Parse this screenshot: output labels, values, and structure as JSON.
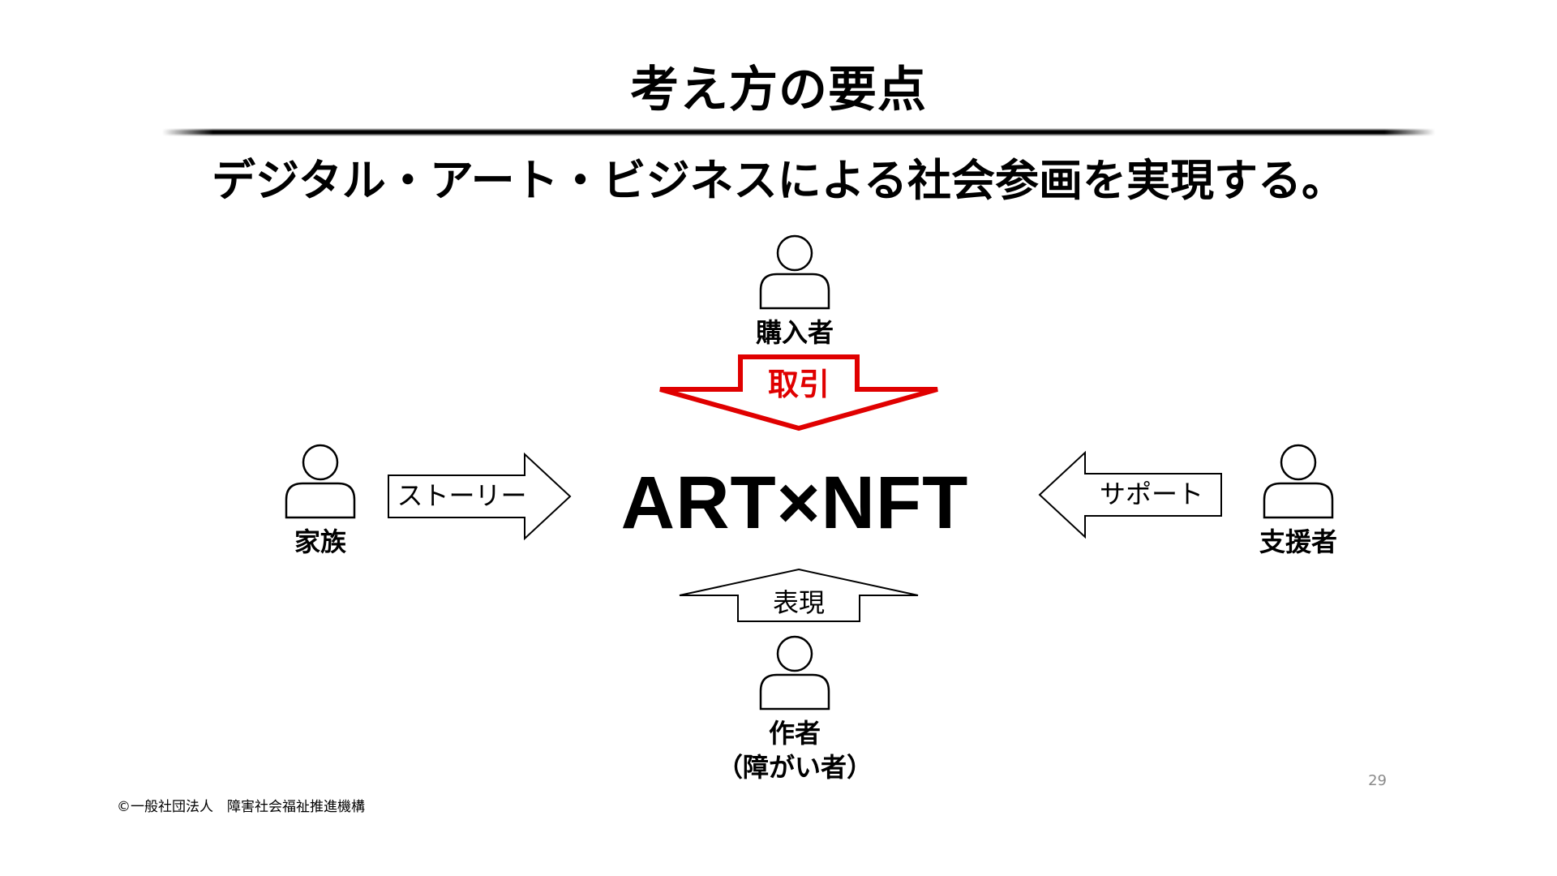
{
  "slide": {
    "title": "考え方の要点",
    "subtitle": "デジタル・アート・ビジネスによる社会参画を実現する。",
    "center": "ART×NFT",
    "page_number": "29",
    "footer": "©一般社団法人　障害社会福祉推進機構"
  },
  "nodes": {
    "buyer": {
      "label": "購入者",
      "icon": "person-icon"
    },
    "family": {
      "label": "家族",
      "icon": "person-icon"
    },
    "supporter": {
      "label": "支援者",
      "icon": "person-icon"
    },
    "creator": {
      "label_line1": "作者",
      "label_line2": "（障がい者）",
      "icon": "person-icon"
    }
  },
  "arrows": {
    "trade": {
      "label": "取引",
      "color": "#e00000"
    },
    "story": {
      "label": "ストーリー"
    },
    "support": {
      "label": "サポート"
    },
    "expression": {
      "label": "表現"
    }
  }
}
